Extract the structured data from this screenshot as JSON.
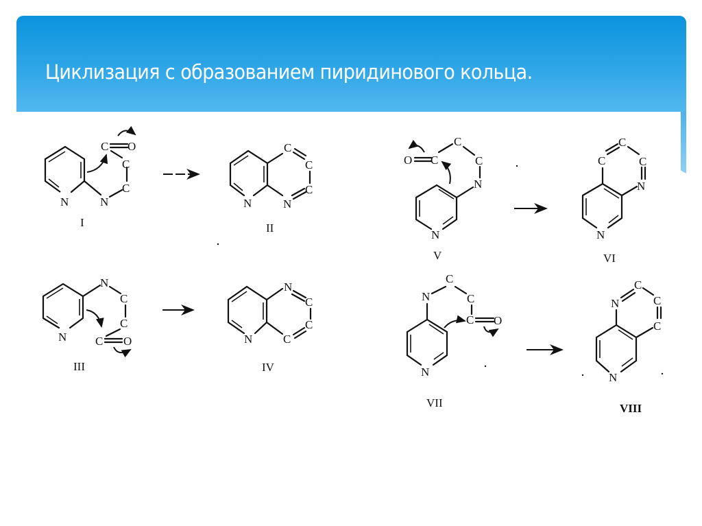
{
  "slide": {
    "title": "Циклизация с образованием пиридинового кольца.",
    "accent_color": "#1a9be2"
  },
  "reactions": [
    {
      "reactant": {
        "label": "I",
        "atoms": [
          "N",
          "N",
          "C",
          "O",
          "C",
          "C"
        ]
      },
      "product": {
        "label": "II",
        "atoms": [
          "N",
          "N",
          "C",
          "C",
          "C"
        ]
      }
    },
    {
      "reactant": {
        "label": "III",
        "atoms": [
          "N",
          "N",
          "C",
          "C",
          "C",
          "O"
        ]
      },
      "product": {
        "label": "IV",
        "atoms": [
          "N",
          "N",
          "C",
          "C",
          "C"
        ]
      }
    },
    {
      "reactant": {
        "label": "V",
        "atoms": [
          "O",
          "C",
          "C",
          "C",
          "N",
          "N"
        ]
      },
      "product": {
        "label": "VI",
        "atoms": [
          "C",
          "C",
          "C",
          "N",
          "N"
        ]
      }
    },
    {
      "reactant": {
        "label": "VII",
        "atoms": [
          "N",
          "C",
          "C",
          "C",
          "O",
          "N"
        ]
      },
      "product": {
        "label": "VIII",
        "atoms": [
          "N",
          "C",
          "C",
          "C",
          "N"
        ]
      }
    }
  ],
  "icons": {
    "reaction_arrow": "right-arrow",
    "electron_shift": "curved-arrow"
  }
}
